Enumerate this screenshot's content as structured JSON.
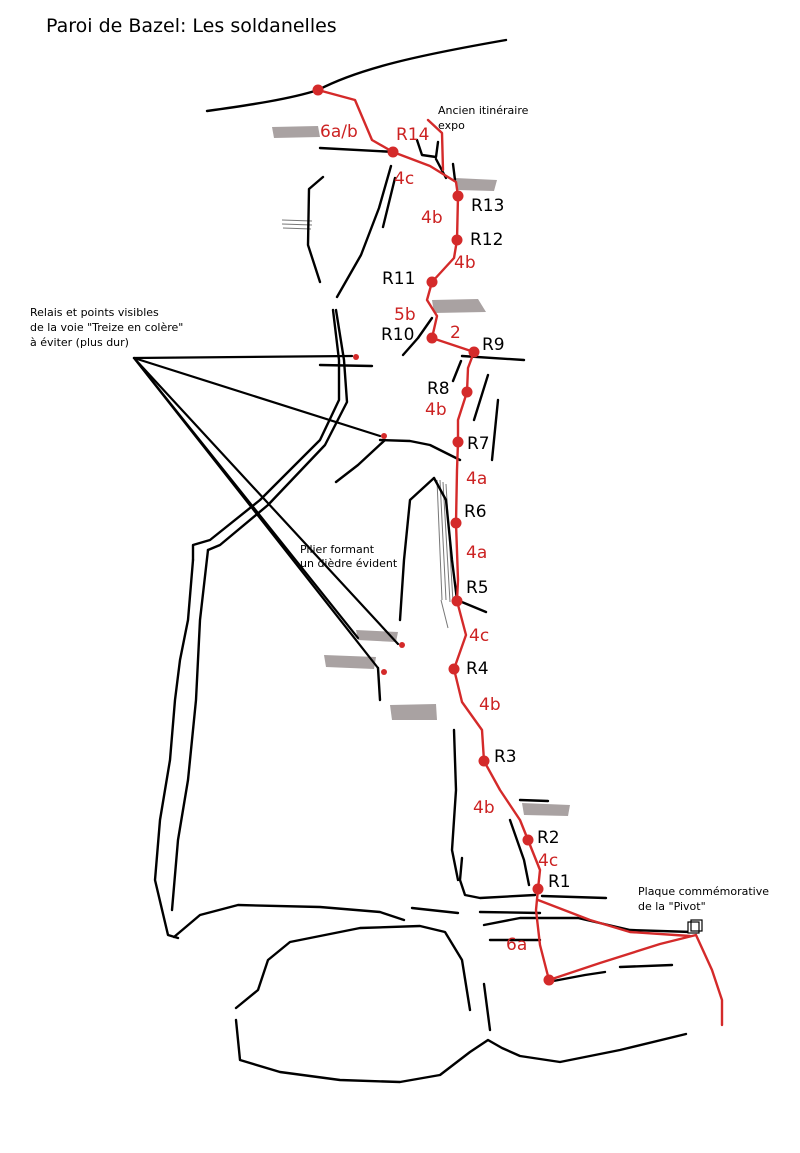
{
  "title": "Paroi de Bazel: Les soldanelles",
  "notes": {
    "ancien_line1": "Ancien itinéraire",
    "ancien_line2": "expo",
    "relais_line1": "Relais et points visibles",
    "relais_line2": "de la voie \"Treize en colère\"",
    "relais_line3": "à éviter (plus dur)",
    "pilier_line1": "Pilier formant",
    "pilier_line2": "un dièdre évident",
    "plaque_line1": "Plaque commémorative",
    "plaque_line2": "de la \"Pivot\""
  },
  "relays": {
    "r1": "R1",
    "r2": "R2",
    "r3": "R3",
    "r4": "R4",
    "r5": "R5",
    "r6": "R6",
    "r7": "R7",
    "r8": "R8",
    "r9": "R9",
    "r10": "R10",
    "r11": "R11",
    "r12": "R12",
    "r13": "R13",
    "r14": "R14"
  },
  "grades": {
    "l0": "6a",
    "l1": "4c",
    "l2": "4b",
    "l3": "4b",
    "l4": "4c",
    "l5": "4a",
    "l6": "4a",
    "l7": "4b",
    "l8": "2",
    "l9": "5b",
    "l10": "4b",
    "l11": "4b",
    "l12": "4c",
    "l13": "6a/b"
  },
  "colors": {
    "route": "#d42a2a",
    "rock": "#000000",
    "ledge": "#a09898"
  }
}
